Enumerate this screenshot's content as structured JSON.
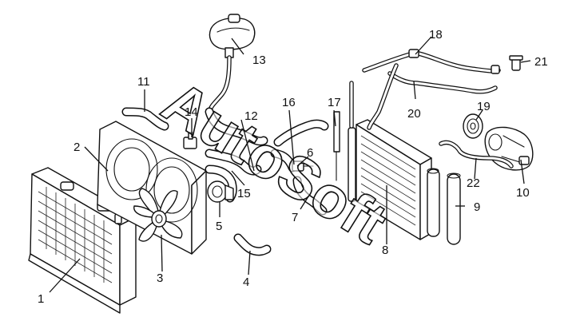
{
  "watermark": "AutoSoft",
  "colors": {
    "line": "#111111",
    "background": "#ffffff"
  },
  "callouts": {
    "c1": "1",
    "c2": "2",
    "c3": "3",
    "c4": "4",
    "c5": "5",
    "c6": "6",
    "c7": "7",
    "c8": "8",
    "c9": "9",
    "c10": "10",
    "c11": "11",
    "c12": "12",
    "c13": "13",
    "c14": "14",
    "c15": "15",
    "c16": "16",
    "c17": "17",
    "c18": "18",
    "c19": "19",
    "c20": "20",
    "c21": "21",
    "c22": "22"
  }
}
